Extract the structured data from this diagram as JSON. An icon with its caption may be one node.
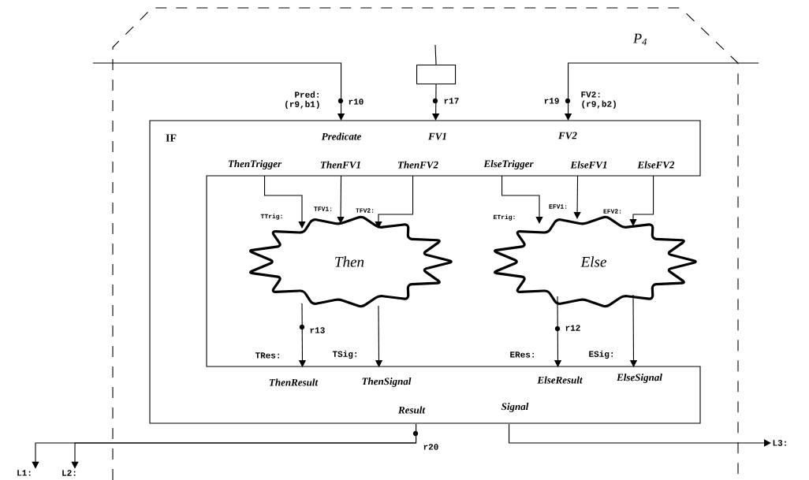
{
  "diagram": {
    "nodes": [
      {
        "text": [
          "P$_{4}$"
        ]
      },
      {
        "text": [
          "IF",
          "Predicate",
          "FV1",
          "FV2",
          "ThenTrigger",
          "ThenFV1",
          "ThenFV2",
          "ElseTrigger",
          "ElseFV1",
          "ElseFV2",
          "ThenResult",
          "ThenSignal",
          "ElseResult",
          "ElseSignal",
          "Result",
          "Signal"
        ],
        "in": 0
      },
      {
        "text": [
          "Then"
        ],
        "in": 0
      },
      {
        "text": [
          "Else"
        ],
        "in": 0
      },
      {
        "text": [],
        "shape": "box",
        "in": 0
      },
      {
        "text": [
          "L1:"
        ]
      },
      {
        "text": [
          "L2:"
        ]
      },
      {
        "text": [
          "L3:"
        ]
      }
    ],
    "edges": [
      {
        "from": null,
        "to": 1,
        "arrow": "to",
        "label": "r10"
      },
      {
        "from": null,
        "to": 4,
        "arrow": "none"
      },
      {
        "from": 4,
        "to": 1,
        "arrow": "to",
        "label": "r17"
      },
      {
        "from": null,
        "to": 1,
        "arrow": "to",
        "label": "r19"
      },
      {
        "from": 1,
        "to": 2,
        "arrow": "to"
      },
      {
        "from": 1,
        "to": 2,
        "arrow": "to"
      },
      {
        "from": 1,
        "to": 2,
        "arrow": "to"
      },
      {
        "from": 1,
        "to": 3,
        "arrow": "to"
      },
      {
        "from": 1,
        "to": 3,
        "arrow": "to"
      },
      {
        "from": 1,
        "to": 3,
        "arrow": "to"
      },
      {
        "from": 2,
        "to": 1,
        "arrow": "to",
        "label": "r13"
      },
      {
        "from": 2,
        "to": 1,
        "arrow": "to"
      },
      {
        "from": 3,
        "to": 1,
        "arrow": "to",
        "label": "r12"
      },
      {
        "from": 3,
        "to": 1,
        "arrow": "to"
      },
      {
        "from": 1,
        "to": 5,
        "arrow": "to",
        "label": "r20"
      },
      {
        "from": 1,
        "to": 6,
        "arrow": "to"
      },
      {
        "from": 1,
        "to": 7,
        "arrow": "to"
      }
    ],
    "labels": [
      "Pred: (r9,b1)",
      "FV2: (r9,b2)",
      "TTrig:",
      "TFV1:",
      "TFV2:",
      "ETrig:",
      "EFV1:",
      "EFV2:",
      "TRes:",
      "TSig:",
      "ERes:",
      "ESig:"
    ]
  }
}
